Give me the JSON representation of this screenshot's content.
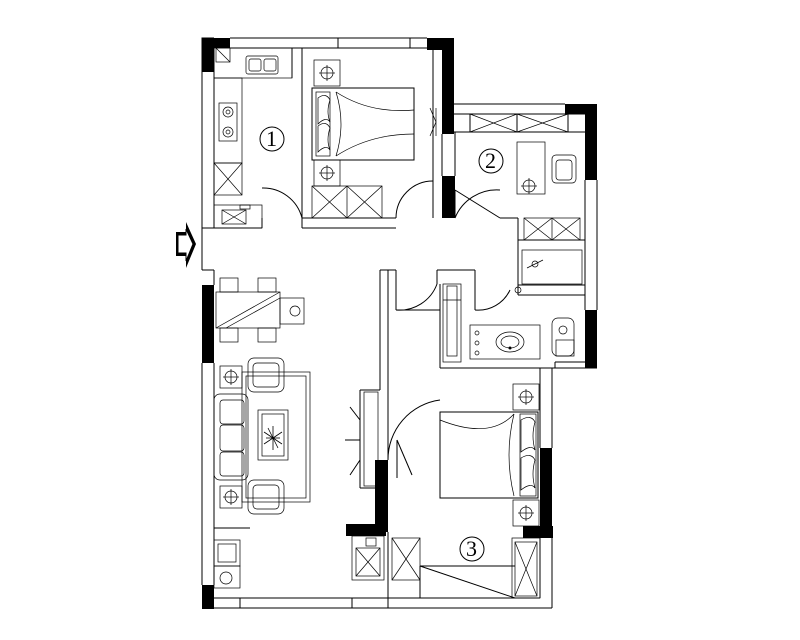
{
  "rooms": {
    "room_1": {
      "number": "1"
    },
    "room_2": {
      "number": "2"
    },
    "room_3": {
      "number": "3"
    }
  },
  "colors": {
    "wall": "#000000",
    "line": "#000000",
    "background": "#ffffff"
  }
}
